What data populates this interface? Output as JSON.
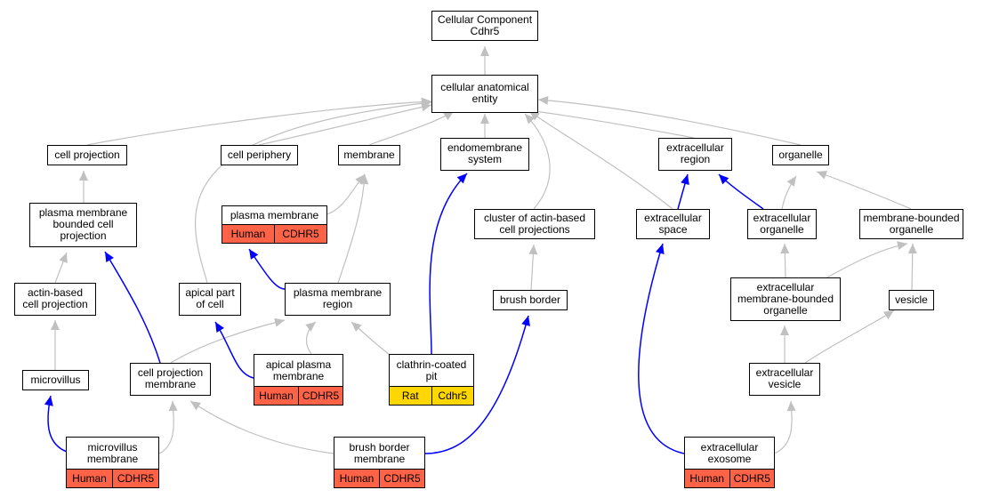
{
  "nodes": {
    "root": "Cellular Component\nCdhr5",
    "cae": "cellular anatomical\nentity",
    "cellproj": "cell projection",
    "cellperiph": "cell periphery",
    "membrane": "membrane",
    "endomem": "endomembrane\nsystem",
    "extreg": "extracellular\nregion",
    "organelle": "organelle",
    "pmbcp": "plasma membrane\nbounded cell\nprojection",
    "pm": "plasma membrane",
    "cabcp": "cluster of actin-based\ncell projections",
    "extspace": "extracellular\nspace",
    "extorg": "extracellular\norganelle",
    "mbo": "membrane-bounded\norganelle",
    "abcp": "actin-based\ncell projection",
    "apical": "apical part\nof cell",
    "pmr": "plasma membrane\nregion",
    "bb": "brush border",
    "embo": "extracellular\nmembrane-bounded\norganelle",
    "vesicle": "vesicle",
    "microvillus": "microvillus",
    "cpm": "cell projection\nmembrane",
    "apm": "apical plasma\nmembrane",
    "ccp": "clathrin-coated\npit",
    "extves": "extracellular\nvesicle",
    "mvm": "microvillus\nmembrane",
    "bbm": "brush border\nmembrane",
    "exo": "extracellular\nexosome"
  },
  "annotations": {
    "pm": [
      "Human",
      "CDHR5"
    ],
    "apm": [
      "Human",
      "CDHR5"
    ],
    "ccp": [
      "Rat",
      "Cdhr5"
    ],
    "mvm": [
      "Human",
      "CDHR5"
    ],
    "bbm": [
      "Human",
      "CDHR5"
    ],
    "exo": [
      "Human",
      "CDHR5"
    ]
  },
  "colors": {
    "is_a_edge": "#c0c0c0",
    "part_of_edge": "#0000ff",
    "human_annotation": "#ff6347",
    "rat_annotation": "#ffd700"
  }
}
